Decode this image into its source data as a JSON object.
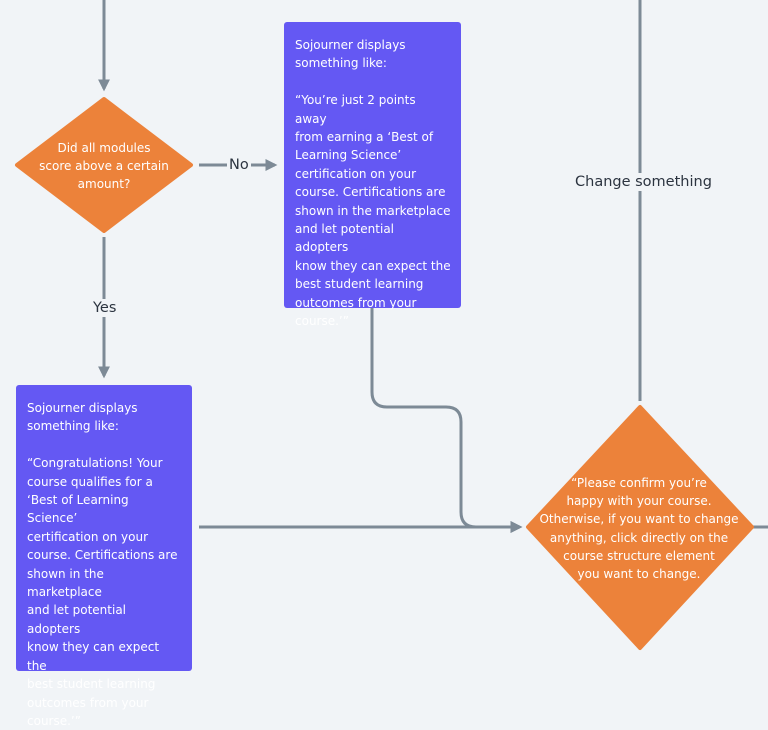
{
  "colors": {
    "background": "#f1f4f7",
    "connector": "#7d8a96",
    "decision_fill": "#ec823a",
    "process_fill": "#6458f3",
    "text_on_shape": "#ffffff",
    "label_text": "#2c3440"
  },
  "decision": {
    "question": "Did all modules\nscore above a certain\namount?",
    "confirm": "“Please confirm you’re\nhappy with your course.\nOtherwise, if you want to change\nanything, click directly on the\ncourse structure element\nyou want to change."
  },
  "labels": {
    "no": "No",
    "yes": "Yes",
    "change": "Change something"
  },
  "boxes": {
    "not_qualified": "Sojourner displays\nsomething like:\n\n“You’re just 2 points away\nfrom earning a ‘Best of\nLearning Science’\ncertification on your\ncourse. Certifications are\nshown in the marketplace\nand let potential adopters\nknow they can expect the\nbest student learning\noutcomes from your\ncourse.’”",
    "qualified": "Sojourner displays\nsomething like:\n\n“Congratulations! Your\ncourse qualifies for a\n‘Best of Learning Science’\ncertification on your\ncourse. Certifications are\nshown in the marketplace\nand let potential adopters\nknow they can expect the\nbest student learning\noutcomes from your\ncourse.’”"
  }
}
